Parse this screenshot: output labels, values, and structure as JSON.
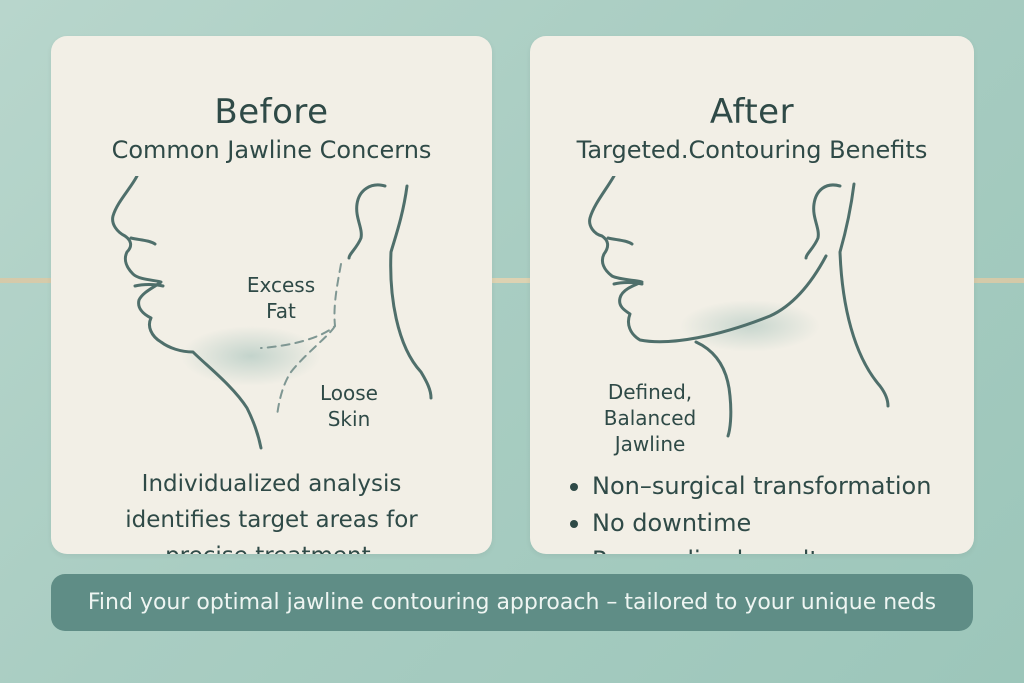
{
  "before": {
    "title": "Before",
    "subtitle": "Common Jawline Concerns",
    "labels": {
      "excess_fat": [
        "Excess",
        "Fat"
      ],
      "loose_skin": [
        "Loose",
        "Skin"
      ]
    },
    "description": [
      "Individualized analysis",
      "identifies target areas for",
      "precise treatment."
    ]
  },
  "after": {
    "title": "After",
    "subtitle": "Targeted.Contouring Benefits",
    "label_defined": [
      "Defined,",
      "Balanced",
      "Jawline"
    ],
    "benefits": [
      "Non–surgical transformation",
      "No downtime",
      "Personalized results"
    ]
  },
  "cta": {
    "text": "Find your optimal jawline contouring approach – tailored to your unique neds"
  },
  "colors": {
    "background": "#a9cdc2",
    "card": "#f2efe6",
    "text": "#2f4a47",
    "line": "#4f6f6b",
    "cta_bar": "#5f8d86",
    "cta_text": "#eef5f2",
    "stripe": "#d9c9a6"
  }
}
